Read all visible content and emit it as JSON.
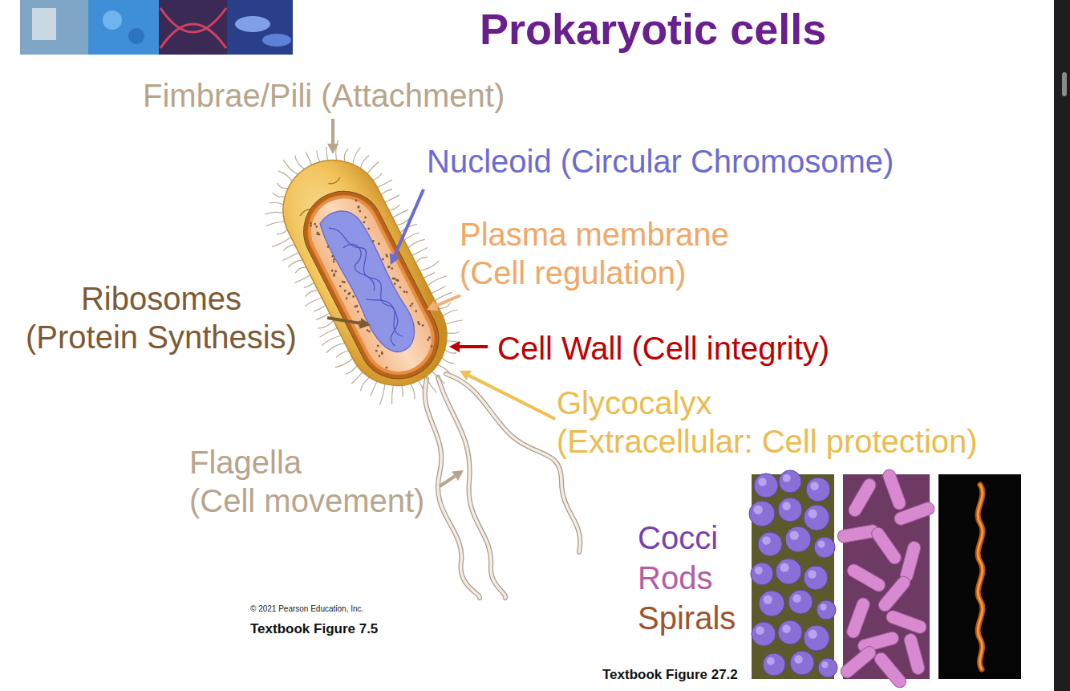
{
  "diagram": {
    "title": "Prokaryotic cells",
    "labels": [
      "Fimbrae/Pili (Attachment)",
      "Nucleoid (Circular Chromosome)",
      "Plasma membrane (Cell regulation)",
      "Ribosomes (Protein Synthesis)",
      "Cell Wall (Cell integrity)",
      "Glycocalyx (Extracellular: Cell protection)",
      "Flagella (Cell movement)",
      "Cocci",
      "Rods",
      "Spirals",
      "© 2021 Pearson Education, Inc.",
      "Textbook Figure 7.5",
      "Textbook Figure 27.2"
    ]
  }
}
